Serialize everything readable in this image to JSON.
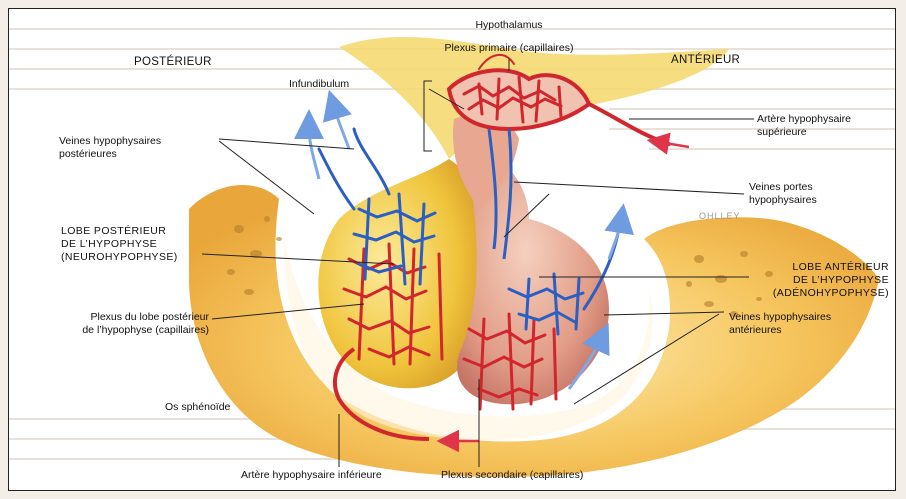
{
  "labels": {
    "posterior_header": "POSTÉRIEUR",
    "anterior_header": "ANTÉRIEUR",
    "hypothalamus": "Hypothalamus",
    "plexus_primaire": "Plexus primaire (capillaires)",
    "infundibulum": "Infundibulum",
    "arteres_sup": "Artère hypophysaire\nsupérieure",
    "veines_post": "Veines hypophysaires\npostérieures",
    "veines_portes": "Veines portes\nhypophysaires",
    "lobe_post": "LOBE POSTÉRIEUR\nDE L’HYPOPHYSE\n(NEUROHYPOPHYSE)",
    "lobe_ant": "LOBE ANTÉRIEUR\nDE L’HYPOPHYSE\n(ADÉNOHYPOPHYSE)",
    "plexus_post": "Plexus du lobe postérieur\nde l’hypophyse (capillaires)",
    "veines_ant": "Veines hypophysaires\nantérieures",
    "os": "Os sphénoïde",
    "artere_inf": "Artère hypophysaire inférieure",
    "plexus_sec": "Plexus secondaire (capillaires)",
    "signature": "OHLLEY"
  },
  "colors": {
    "artery_red": "#d1262e",
    "vein_blue": "#2c5fc4",
    "bone_orange": "#f2b64a",
    "gland_yellow": "#f4d14a",
    "anterior_pink": "#e5a78e",
    "arrow_blue": "#7fa8e6",
    "arrow_red": "#e0344a"
  }
}
